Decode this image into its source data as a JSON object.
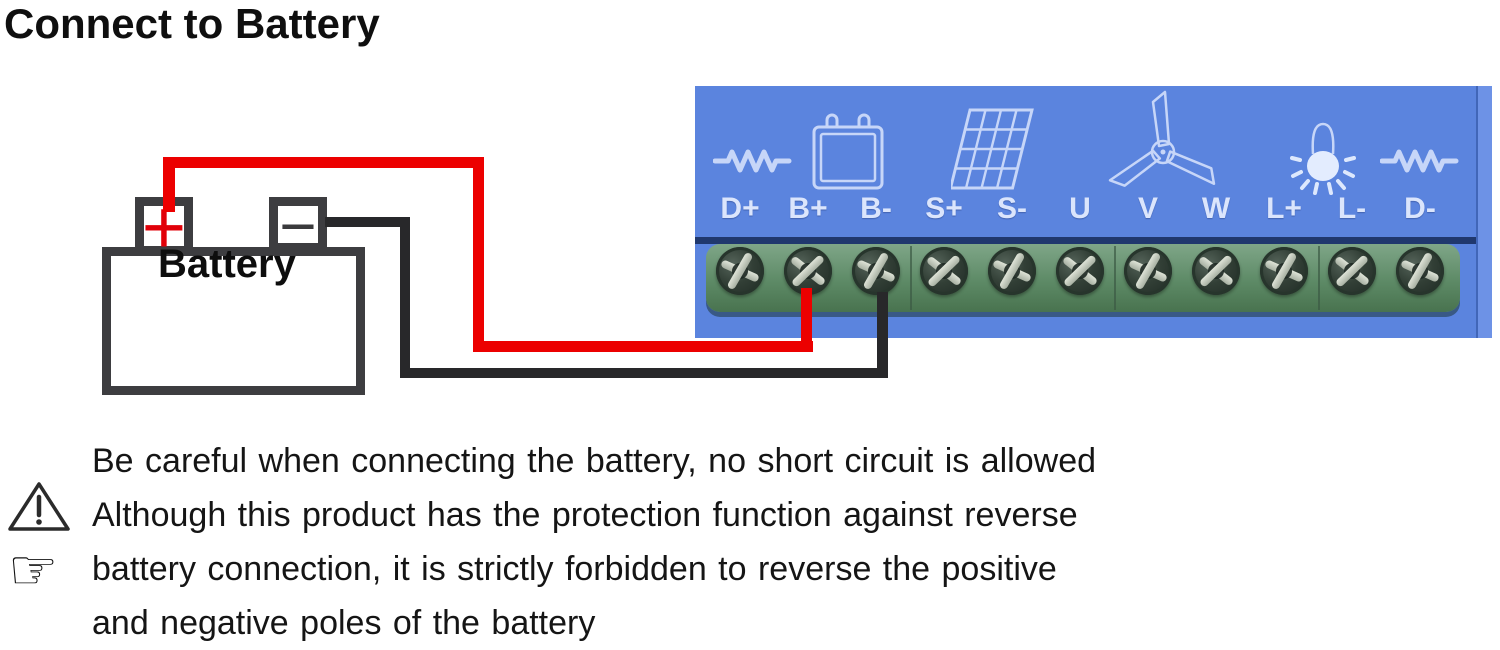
{
  "title": "Connect to Battery",
  "battery": {
    "label": "Battery",
    "positive_symbol": "+",
    "negative_symbol": "−"
  },
  "panel": {
    "terminals": [
      {
        "label": "D+"
      },
      {
        "label": "B+"
      },
      {
        "label": "B-"
      },
      {
        "label": "S+"
      },
      {
        "label": "S-"
      },
      {
        "label": "U"
      },
      {
        "label": "V"
      },
      {
        "label": "W"
      },
      {
        "label": "L+"
      },
      {
        "label": "L-"
      },
      {
        "label": "D-"
      }
    ],
    "icons": [
      "resistor-icon",
      "battery-icon",
      "solar-panel-icon",
      "wind-turbine-icon",
      "lamp-icon",
      "resistor-icon"
    ],
    "colors": {
      "panel_blue": "#5b84de",
      "terminal_green": "#5d8a66",
      "label_text": "#dbe5fc"
    }
  },
  "wires": {
    "positive_color": "#ec0000",
    "negative_color": "#28282a"
  },
  "warning": {
    "hand_glyph": "☞",
    "lines": [
      "Be careful when connecting the battery, no short circuit is allowed",
      "Although this product has the protection function against reverse",
      "battery connection, it is strictly forbidden to reverse the positive",
      "and negative poles of the battery"
    ]
  }
}
